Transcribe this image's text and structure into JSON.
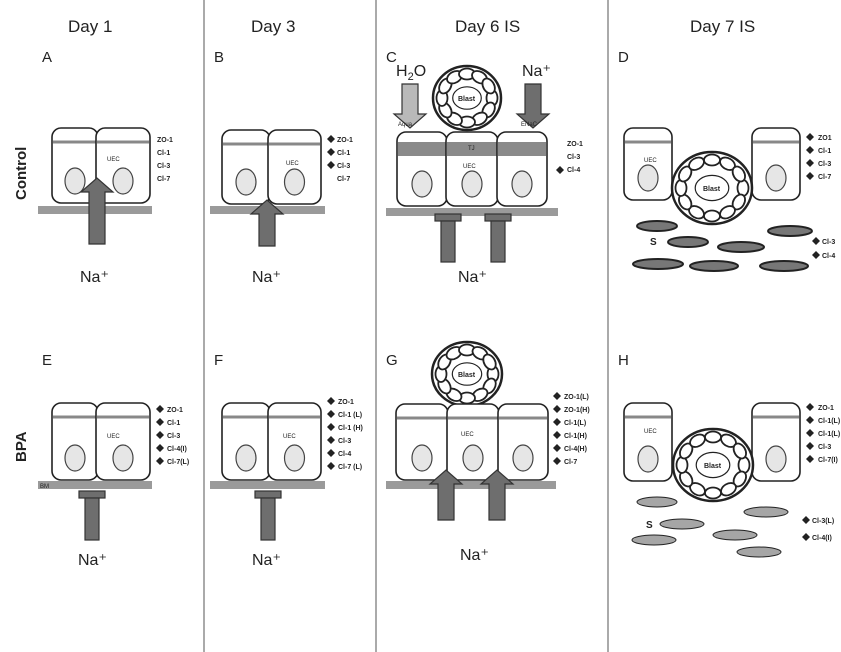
{
  "columns": [
    "Day 1",
    "Day 3",
    "Day 6 IS",
    "Day 7 IS"
  ],
  "rows": [
    "Control",
    "BPA"
  ],
  "panels": {
    "A": {
      "label": "A",
      "cells": "UEC",
      "markers": [
        "ZO-1",
        "Cl-1",
        "Cl-3",
        "Cl-7"
      ],
      "ion": "Na⁺"
    },
    "B": {
      "label": "B",
      "cells": "UEC",
      "markers": [
        "ZO-1",
        "Cl-1",
        "Cl-3",
        "Cl-7"
      ],
      "ion": "Na⁺"
    },
    "C": {
      "label": "C",
      "water": "H2O",
      "na_top": "Na⁺",
      "channel_left": "Aqua",
      "channel_right": "ENaC",
      "tj": "TJ",
      "cells": "UEC",
      "blast": "Blast",
      "markers": [
        "ZO-1",
        "Cl-3",
        "Cl-4"
      ],
      "ion": "Na⁺"
    },
    "D": {
      "label": "D",
      "cells": "UEC",
      "blast": "Blast",
      "stroma": "S",
      "markers": [
        "ZO1",
        "Cl-1",
        "Cl-3",
        "Cl-7"
      ],
      "stroma_markers": [
        "Cl-3",
        "Cl-4"
      ]
    },
    "E": {
      "label": "E",
      "cells": "UEC",
      "bm": "BM",
      "markers": [
        "ZO-1",
        "Cl-1",
        "Cl-3",
        "Cl-4(I)",
        "Cl-7(L)"
      ],
      "ion": "Na⁺"
    },
    "F": {
      "label": "F",
      "cells": "UEC",
      "markers": [
        "ZO-1",
        "Cl-1 (L)",
        "Cl-1 (H)",
        "Cl-3",
        "Cl-4",
        "Cl-7 (L)"
      ],
      "ion": "Na⁺"
    },
    "G": {
      "label": "G",
      "cells": "UEC",
      "blast": "Blast",
      "markers": [
        "ZO-1(L)",
        "ZO-1(H)",
        "Cl-1(L)",
        "Cl-1(H)",
        "Cl-4(H)",
        "Cl-7"
      ],
      "ion": "Na⁺"
    },
    "H": {
      "label": "H",
      "cells": "UEC",
      "blast": "Blast",
      "stroma": "S",
      "markers": [
        "ZO-1",
        "Cl-1(L)",
        "Cl-1(L)",
        "Cl-3",
        "Cl-7(I)"
      ],
      "stroma_markers": [
        "Cl-3(L)",
        "Cl-4(I)"
      ]
    }
  },
  "colors": {
    "arrow": "#6e6e6e",
    "arrow_light": "#b9b9b9",
    "membrane": "#9a9a9a",
    "tj_band": "#8a8a8a",
    "stroma_dark": "#777777",
    "stroma_light": "#a6a6a6"
  }
}
